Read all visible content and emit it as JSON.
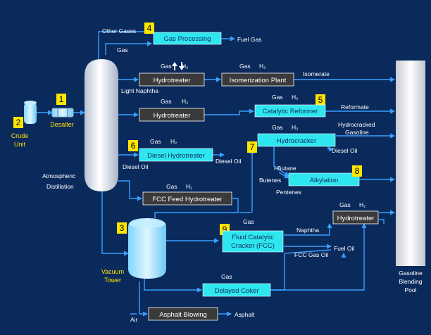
{
  "colors": {
    "background": "#0a2a5c",
    "flow_line": "#3aa0ff",
    "cyan_unit": "#2ee6f0",
    "dark_unit": "#3a3a3a",
    "number_tag": "#ffe600",
    "vessel": "#e8ecf4"
  },
  "crude": {
    "number": "2",
    "label_line1": "Crude",
    "label_line2": "Unit"
  },
  "desalter": {
    "number": "1",
    "label": "Desalter"
  },
  "atm_distillation": {
    "label_line1": "Atmospheric",
    "label_line2": "Distillation"
  },
  "vacuum_tower": {
    "number": "3",
    "label_line1": "Vacuum",
    "label_line2": "Tower"
  },
  "gas_processing": {
    "number": "4",
    "label": "Gas Processing",
    "in_label": "Other Gases",
    "gas_label": "Gas",
    "out_label": "Fuel Gas"
  },
  "hydrotreater_naphtha": {
    "label": "Hydrotreater",
    "gas": "Gas",
    "h2": "H₂",
    "stream": "Light Naphtha"
  },
  "isomerization": {
    "label": "Isomerization Plant",
    "gas": "Gas",
    "h2": "H₂",
    "out_label": "Isomerate"
  },
  "hydrotreater_2": {
    "label": "Hydrotreater",
    "gas": "Gas",
    "h2": "H₂"
  },
  "catalytic_reformer": {
    "number": "5",
    "label": "Catalytic Reformer",
    "gas": "Gas",
    "h2": "H₂",
    "out_label": "Reformate"
  },
  "diesel_hydrotreater": {
    "number": "6",
    "label": "Diesel Hydrotreater",
    "gas": "Gas",
    "h2": "H₂",
    "in_label": "Diesel Oil",
    "out_label": "Diesel Oil"
  },
  "hydrocracker": {
    "number": "7",
    "label": "Hydrocracker",
    "gas": "Gas",
    "h2": "H₂",
    "out_label_line1": "Hydrocracked",
    "out_label_line2": "Gasoline",
    "out2_label": "Diesel Oil"
  },
  "alkylation": {
    "number": "8",
    "label": "Alkylation",
    "in1": "i-Butane",
    "in2": "Butenes",
    "in3": "Pentenes"
  },
  "fcc_feed_hydrotreater": {
    "label": "FCC Feed Hydrotreater",
    "gas": "Gas",
    "h2": "H₂"
  },
  "fcc": {
    "number": "9",
    "label_line1": "Fluid Catalytic",
    "label_line2": "Cracker (FCC)",
    "gas": "Gas",
    "out1": "Naphtha",
    "out2": "FCC Gas Oil",
    "out3": "Fuel Oil"
  },
  "hydrotreater_3": {
    "label": "Hydrotreater",
    "gas": "Gas",
    "h2": "H₂"
  },
  "delayed_coker": {
    "label": "Delayed Coker",
    "gas": "Gas"
  },
  "asphalt_blowing": {
    "label": "Asphalt Blowing",
    "in_label": "Air",
    "out_label": "Asphalt"
  },
  "blending_pool": {
    "label_line1": "Gasoline",
    "label_line2": "Blending",
    "label_line3": "Pool"
  }
}
